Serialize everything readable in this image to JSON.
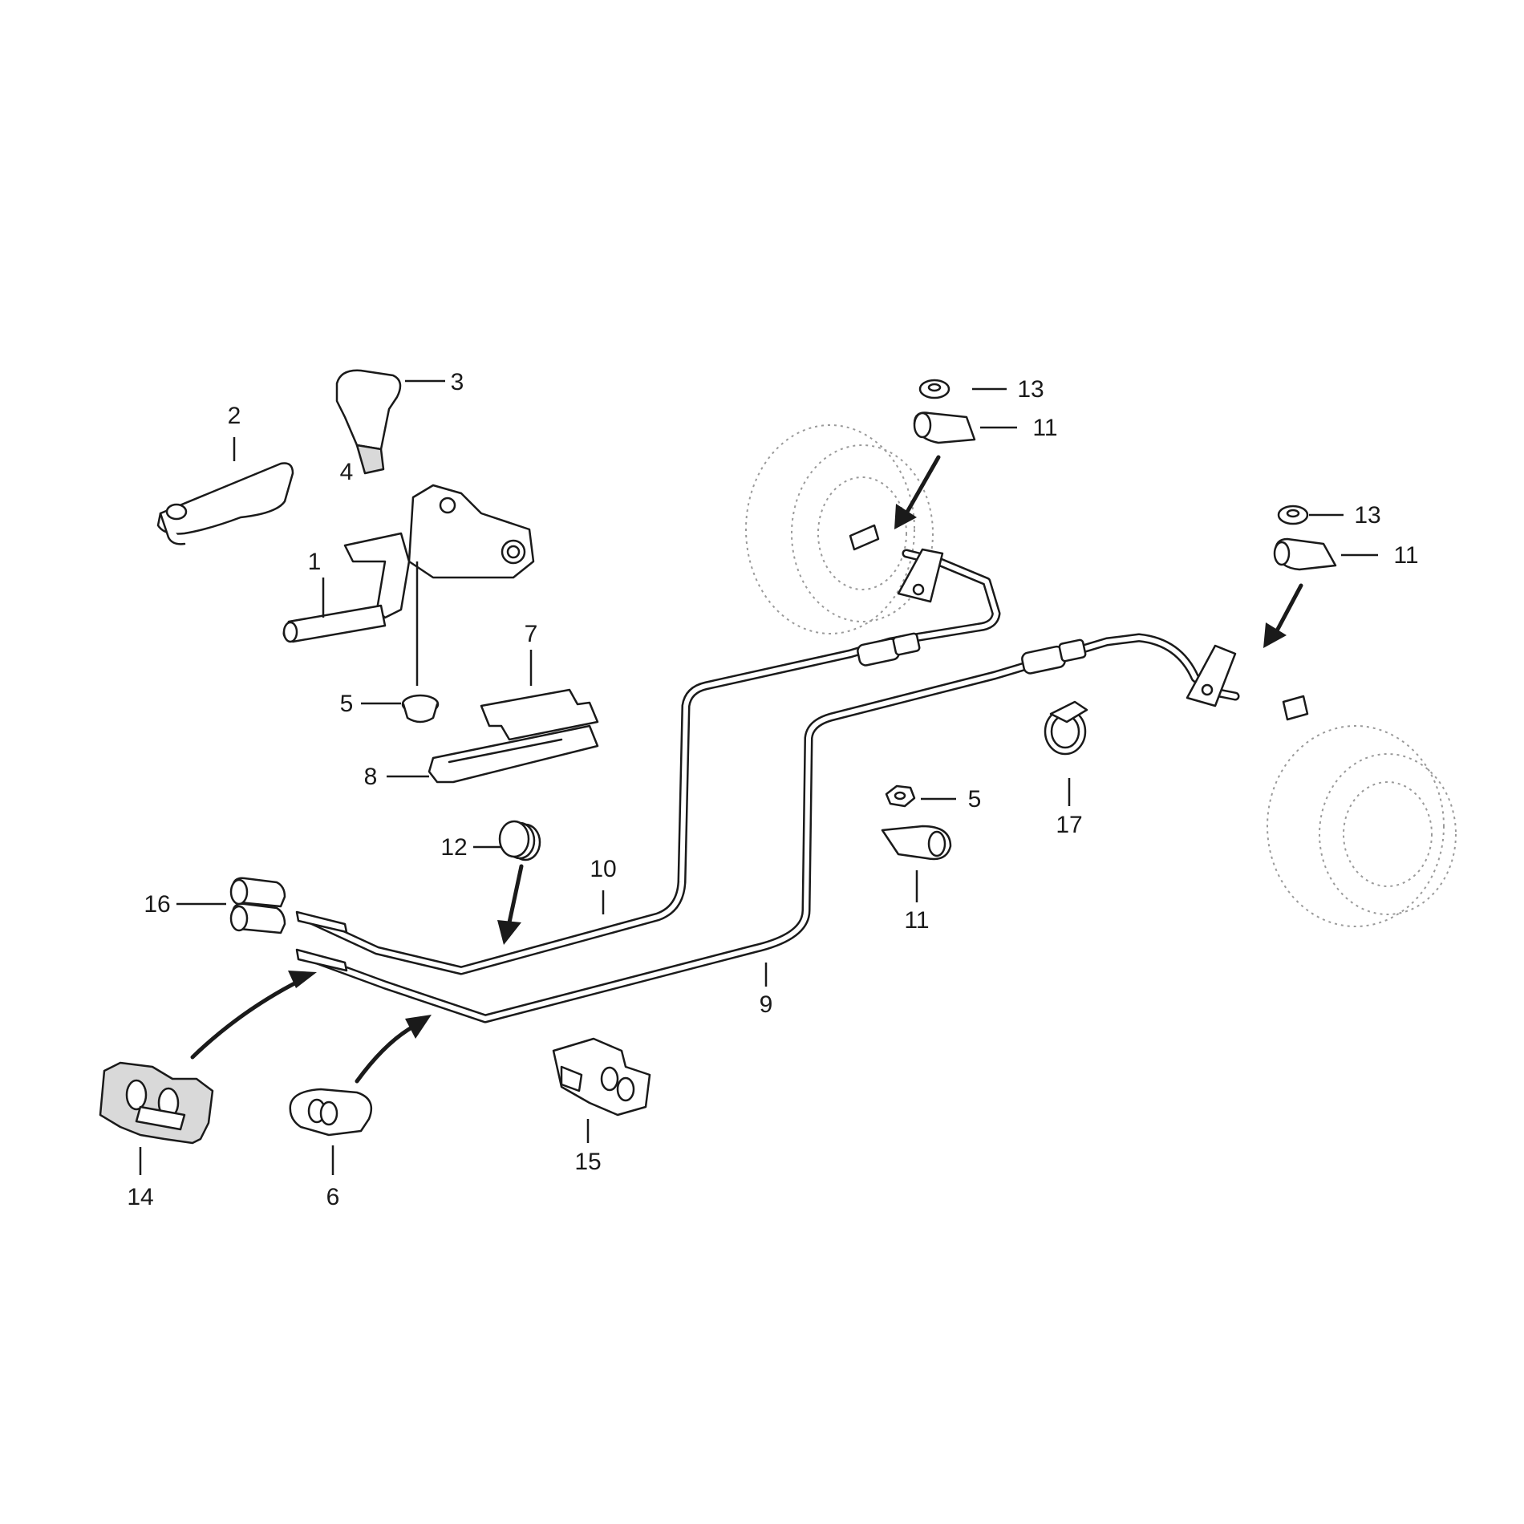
{
  "callouts": {
    "c1": "1",
    "c2": "2",
    "c3": "3",
    "c4": "4",
    "c5a": "5",
    "c5b": "5",
    "c6": "6",
    "c7": "7",
    "c8": "8",
    "c9": "9",
    "c10": "10",
    "c11a": "11",
    "c11b": "11",
    "c11c": "11",
    "c12": "12",
    "c13a": "13",
    "c13b": "13",
    "c14": "14",
    "c15": "15",
    "c16": "16",
    "c17": "17"
  }
}
